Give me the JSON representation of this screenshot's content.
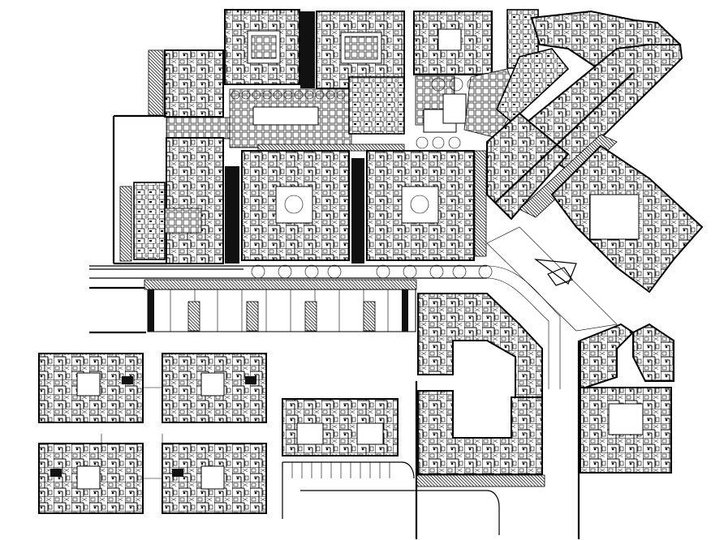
{
  "colors": {
    "ink": "#000000",
    "paper": "#ffffff"
  },
  "clusters": [
    {
      "id": "north-west-blocks"
    },
    {
      "id": "north-center-courtyard"
    },
    {
      "id": "north-east-blocks"
    },
    {
      "id": "diagonal-wing-upper"
    },
    {
      "id": "diagonal-wing-lower"
    },
    {
      "id": "central-courtyard-blocks"
    },
    {
      "id": "long-bar-building"
    },
    {
      "id": "u-shaped-block"
    },
    {
      "id": "south-east-v-block"
    },
    {
      "id": "south-west-quad-blocks"
    },
    {
      "id": "south-center-twin-units"
    }
  ]
}
